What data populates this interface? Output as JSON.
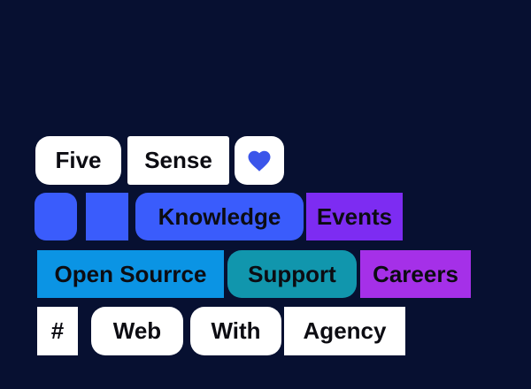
{
  "colors": {
    "background": "#071031",
    "chip_white": "#ffffff",
    "blue": "#3a5cfc",
    "azure": "#0b94e4",
    "teal": "#1196ad",
    "purple": "#7d2cf2",
    "magenta": "#a530e8",
    "text": "#0c0c12",
    "heart": "#3b55ea"
  },
  "chips": {
    "five": "Five",
    "sense": "Sense",
    "knowledge": "Knowledge",
    "events": "Events",
    "open_source": "Open Sourrce",
    "support": "Support",
    "careers": "Careers",
    "hash": "#",
    "web": "Web",
    "with": "With",
    "agency": "Agency"
  },
  "icons": {
    "heart": "heart-icon"
  }
}
